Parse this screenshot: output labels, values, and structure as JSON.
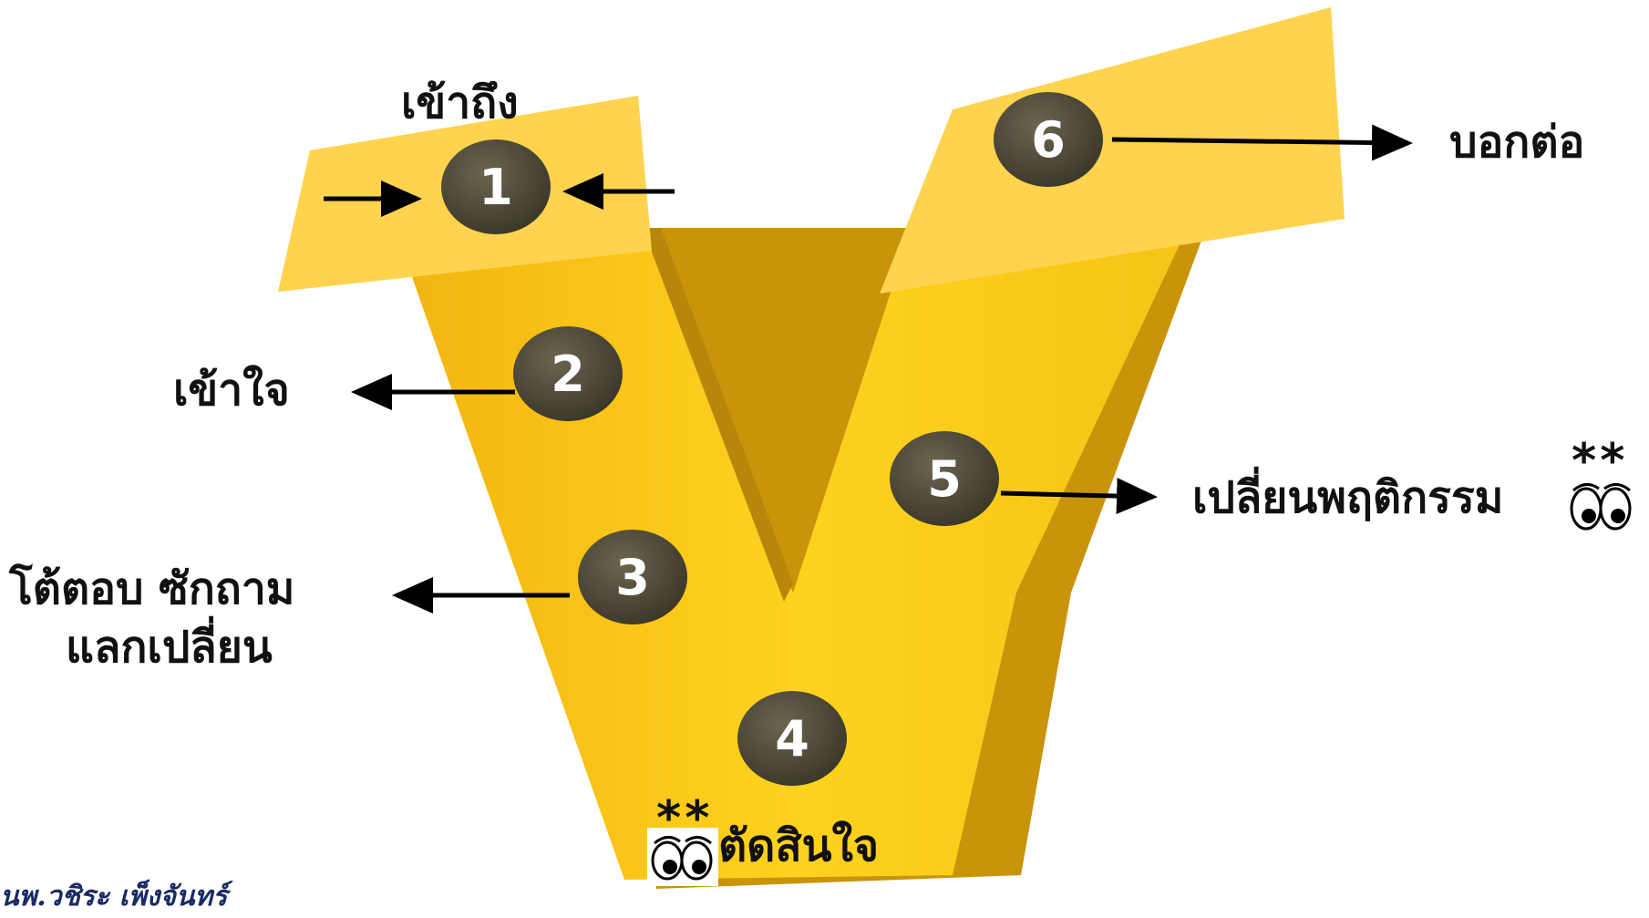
{
  "steps": [
    {
      "number": "1",
      "label": "เข้าถึง"
    },
    {
      "number": "2",
      "label": "เข้าใจ"
    },
    {
      "number": "3",
      "label_line1": "โต้ตอบ ซักถาม",
      "label_line2": "แลกเปลี่ยน"
    },
    {
      "number": "4",
      "label": "ตัดสินใจ"
    },
    {
      "number": "5",
      "label": "เปลี่ยนพฤติกรรม"
    },
    {
      "number": "6",
      "label": "บอกต่อ"
    }
  ],
  "emphasis_mark": "**",
  "author": "นพ.วชิระ เพ็งจันทร์",
  "colors": {
    "v_main": "#F7C81E",
    "v_shadow": "#C9930A",
    "cap": "#FFD34D",
    "circle": "#4A4535",
    "circle_text": "#FFFFFF",
    "arrow": "#000000"
  },
  "icons": [
    "eyes-icon"
  ]
}
